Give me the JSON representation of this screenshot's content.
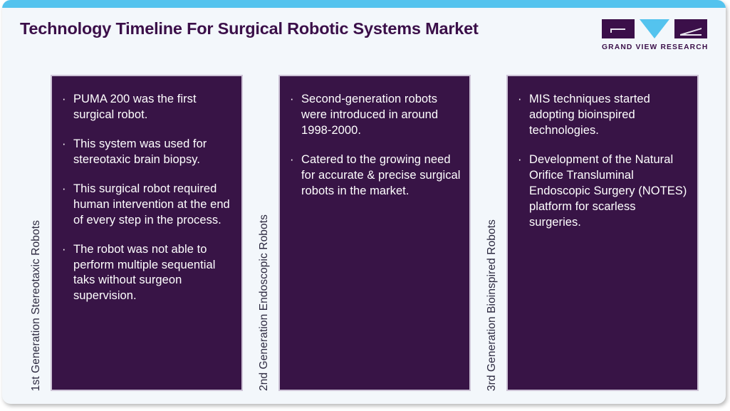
{
  "header": {
    "title": "Technology Timeline For Surgical Robotic Systems Market",
    "accent_color": "#54c3ee",
    "title_color": "#3b0f49"
  },
  "logo": {
    "name": "grand-view-research-logo",
    "text": "GRAND VIEW RESEARCH",
    "mark_purple": "#3b0f49",
    "mark_cyan": "#54c3ee"
  },
  "theme": {
    "background": "#f3f7fb",
    "panel_fill": "#381446",
    "panel_border": "#cdc3d6",
    "bullet_text": "#ffffff",
    "side_label_text": "#2d2a40"
  },
  "bullet_glyph": "·",
  "columns": [
    {
      "label": "1st Generation Stereotaxic Robots",
      "bullets": [
        "PUMA 200 was the first surgical robot.",
        "This system was used for stereotaxic brain biopsy.",
        "This surgical robot required human intervention at the end of every step in the process.",
        "The robot was not able to perform multiple sequential taks without surgeon supervision."
      ]
    },
    {
      "label": "2nd Generation Endoscopic Robots",
      "bullets": [
        "Second-generation robots were introduced in around 1998-2000.",
        "Catered to the growing need for accurate & precise surgical robots in the market."
      ]
    },
    {
      "label": "3rd Generation Bioinspired Robots",
      "bullets": [
        "MIS techniques started adopting bioinspired technologies.",
        "Development of the Natural Orifice Transluminal Endoscopic Surgery (NOTES) platform for scarless surgeries."
      ]
    }
  ]
}
